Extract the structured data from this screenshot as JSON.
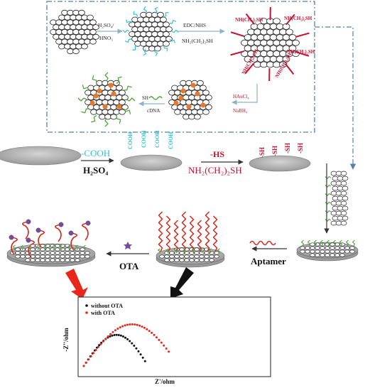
{
  "colors": {
    "frame": "#5b7fa6",
    "cooh": "#2fc2d6",
    "thiol": "#c8102e",
    "aptamer": "#d42a1d",
    "cdna": "#4fa83a",
    "gold": "#e9782a",
    "electrode": "#b5b5b5",
    "ota": "#7a4aa0",
    "arrow_red": "#e8261c",
    "arrow_black": "#111111"
  },
  "synthesis": {
    "step1_label_a": "H₂SO₄/",
    "step1_label_b": "HNO₃",
    "step2_label_a": "EDC/NHS",
    "step2_label_b": "NH₂(CH₂)₂SH",
    "step3_label_a": "HAuCl₄",
    "step3_label_b": "NaBH₄",
    "step4_label_a": "SH",
    "step4_label_b": "cDNA",
    "amine_thiol": "NH(CH₂)₂SH"
  },
  "electrode_row": {
    "cooh_label": "-COOH",
    "acid_label": "H₂SO₄",
    "hs_label": "-HS",
    "reagent_label": "NH₂(CH₂)₂SH",
    "cooh_group": "COOH",
    "sh_group": "-SH"
  },
  "assembly_row": {
    "ota_label": "OTA",
    "aptamer_label": "Aptamer"
  },
  "plot": {
    "legend": [
      "without OTA",
      "with OTA"
    ],
    "xlabel": "Z'/ohm",
    "ylabel": "-Z''/ohm"
  }
}
